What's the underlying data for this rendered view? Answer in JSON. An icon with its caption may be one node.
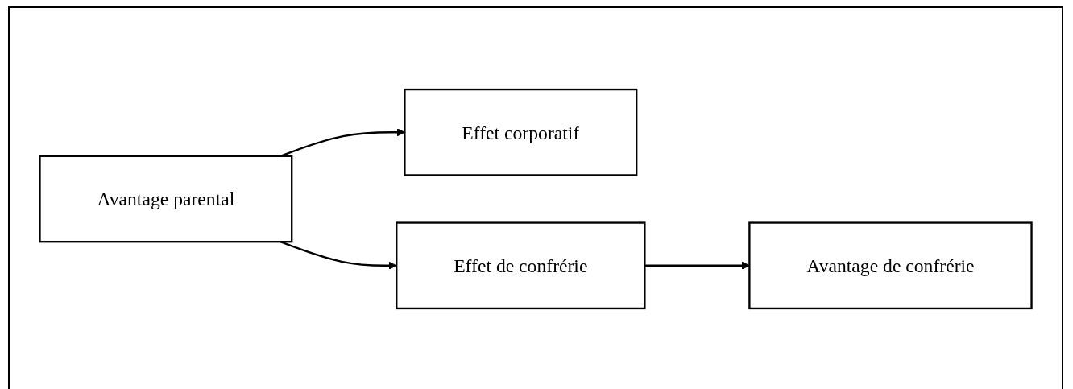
{
  "diagram": {
    "nodes": [
      {
        "text": [
          "Avantage parental"
        ]
      },
      {
        "text": [
          "Effet corporatif"
        ]
      },
      {
        "text": [
          "Effet de confrérie"
        ]
      },
      {
        "text": [
          "Avantage de confrérie"
        ]
      }
    ],
    "edges": [
      {
        "from": 0,
        "to": 1,
        "arrow": "to"
      },
      {
        "from": 0,
        "to": 2,
        "arrow": "to"
      },
      {
        "from": 2,
        "to": 3,
        "arrow": "to"
      }
    ]
  }
}
